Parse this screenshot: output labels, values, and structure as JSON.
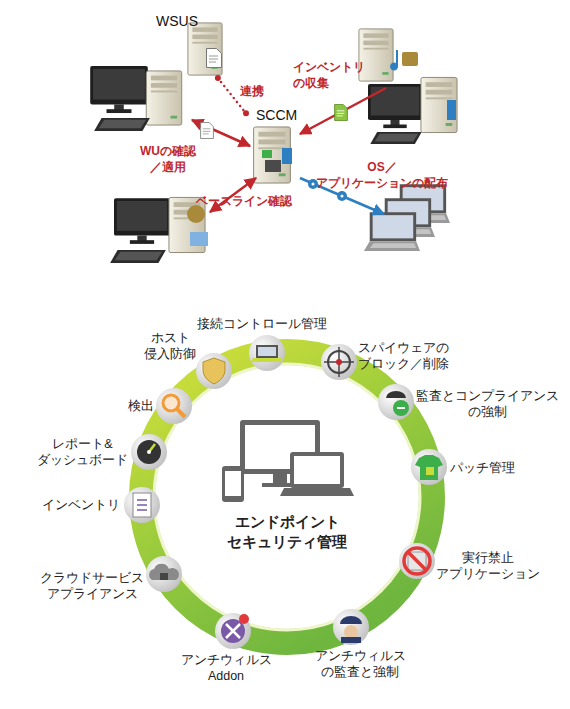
{
  "diagram": {
    "nodes": [
      {
        "text": [
          "WSUS"
        ]
      },
      {
        "text": [
          "SCCM"
        ]
      },
      {
        "text": [
          "エンドポイント セキュリティ管理"
        ]
      }
    ],
    "edges": [
      {
        "from": 0,
        "to": 1,
        "arrow": "none",
        "label": "連携"
      }
    ],
    "labels": [
      "WUの確認／適用",
      "インベントリ の収集",
      "OS／アプリケーションの配布",
      "ベースライン確認",
      "接続コントロール管理",
      "スパイウェアの ブロック／削除",
      "監査とコンプライアンス の強制",
      "パッチ管理",
      "実行禁止 アプリケーション",
      "アンチウィルス の監査と強制",
      "アンチウィルス Addon",
      "クラウドサービス アプライアンス",
      "インベントリ",
      "レポート& ダッシュボード",
      "検出",
      "ホスト 侵入防御"
    ]
  }
}
